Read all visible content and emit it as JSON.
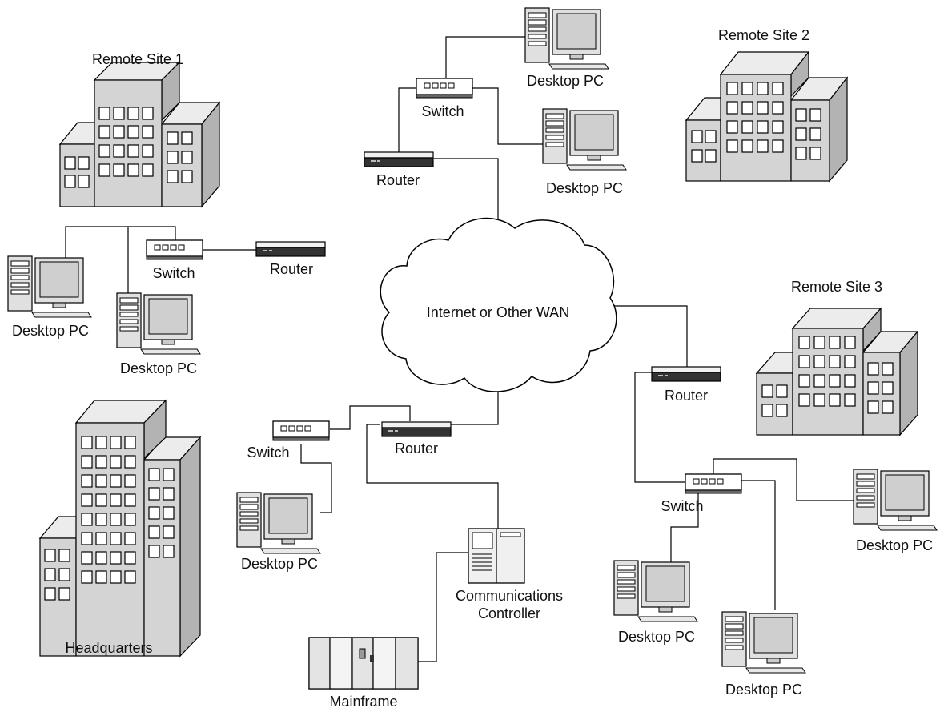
{
  "labels": {
    "cloud": "Internet or Other WAN",
    "remote_site_1": "Remote Site 1",
    "remote_site_2": "Remote Site 2",
    "remote_site_3": "Remote Site 3",
    "headquarters": "Headquarters",
    "router": "Router",
    "switch": "Switch",
    "desktop_pc": "Desktop PC",
    "comm_controller_line1": "Communications",
    "comm_controller_line2": "Controller",
    "mainframe": "Mainframe"
  }
}
